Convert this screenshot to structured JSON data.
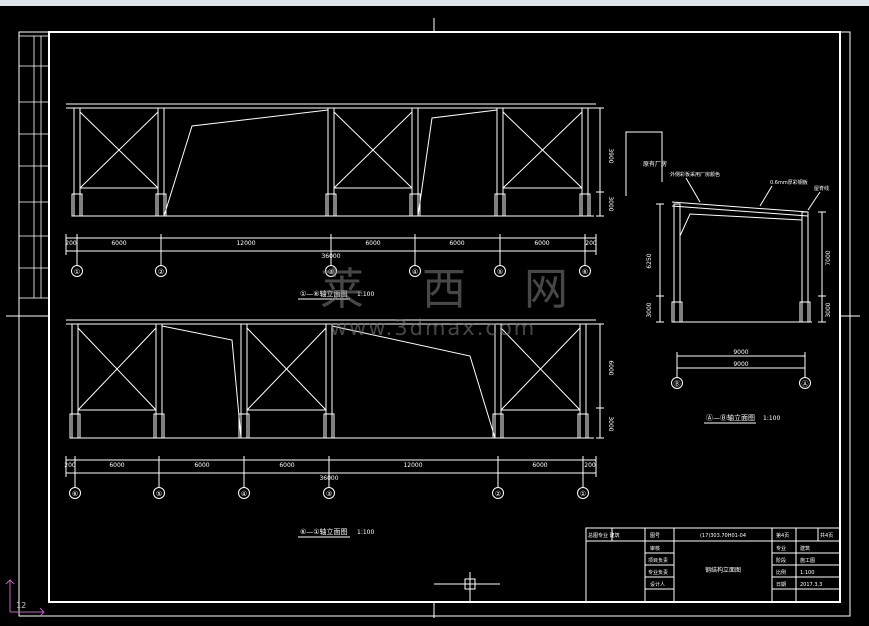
{
  "colors": {
    "background": "#000000",
    "lines": "#ffffff",
    "bracing": "#ffffff",
    "axis": "#ffffff",
    "watermark": "#8c8c8c"
  },
  "elevation1": {
    "title": "①—⑥轴立面图",
    "scale": "1:100",
    "dims": [
      "200",
      "6000",
      "12000",
      "6000",
      "6000",
      "6000",
      "200"
    ],
    "total": "36000",
    "axes": [
      "①",
      "②",
      "③",
      "④",
      "⑤",
      "⑥"
    ],
    "height_dims": [
      "3000",
      "3900"
    ]
  },
  "elevation2": {
    "title": "⑥—①轴立面图",
    "scale": "1:100",
    "dims": [
      "200",
      "6000",
      "6000",
      "6000",
      "12000",
      "6000",
      "200"
    ],
    "total": "36000",
    "axes": [
      "⑥",
      "⑤",
      "④",
      "③",
      "②",
      "①"
    ],
    "height_dims": [
      "3000",
      "6000"
    ]
  },
  "section": {
    "title": "Ⓐ—Ⓑ轴立面图",
    "scale": "1:100",
    "axes": [
      "Ⓑ",
      "Ⓐ"
    ],
    "dims": [
      "9000",
      "9000"
    ],
    "left_heights": [
      "6250",
      "3000"
    ],
    "right_heights": [
      "7000",
      "3000"
    ],
    "top_note": "原有厂房",
    "label_left": "外侧彩板采用厂房颜色",
    "label_mid": "0.6mm厚彩钢板",
    "label_right": "屋脊线"
  },
  "title_block": {
    "head_left": "总图专业 建筑",
    "drawing_no_label": "图号",
    "drawing_no": "(17)303.70H01-04",
    "sheet": "第4页",
    "total_sheets": "共4页",
    "rows": [
      "审核",
      "项目负责",
      "专业负责",
      "设计人"
    ],
    "drawing_name": "钢结构立面图",
    "info_labels": [
      "专业",
      "阶段",
      "比例",
      "日期"
    ],
    "info_values": [
      "建筑",
      "施工图",
      "1:100",
      "2017.3.3"
    ]
  },
  "watermark": {
    "text": "莱 西 网",
    "url": "www.3dmax.com"
  },
  "ucs_label": "12"
}
